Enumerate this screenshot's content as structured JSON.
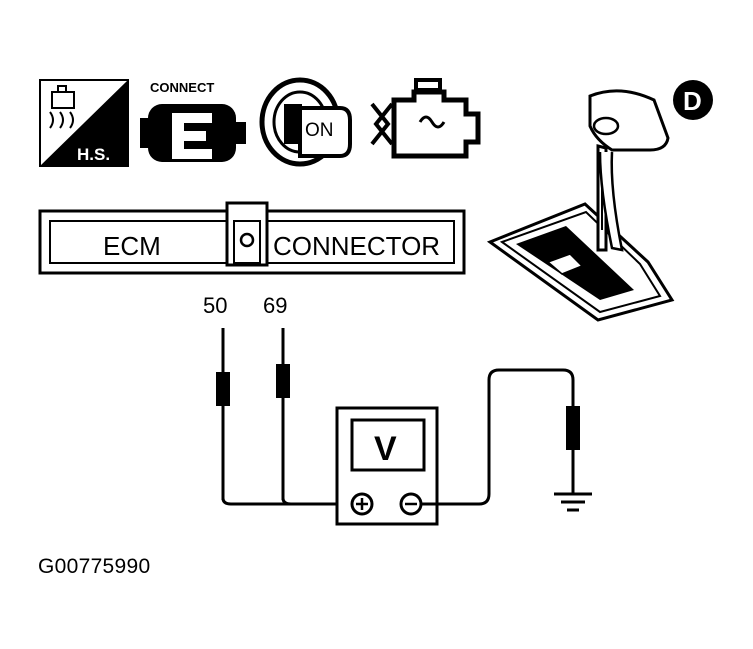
{
  "icons": {
    "hs_label": "H.S.",
    "connect_label": "CONNECT",
    "ignition_label": "ON"
  },
  "connector": {
    "left_label": "ECM",
    "right_label": "CONNECTOR"
  },
  "pins": [
    "50",
    "69"
  ],
  "meter_label": "V",
  "shifter_position": "D",
  "figure_id": "G00775990"
}
